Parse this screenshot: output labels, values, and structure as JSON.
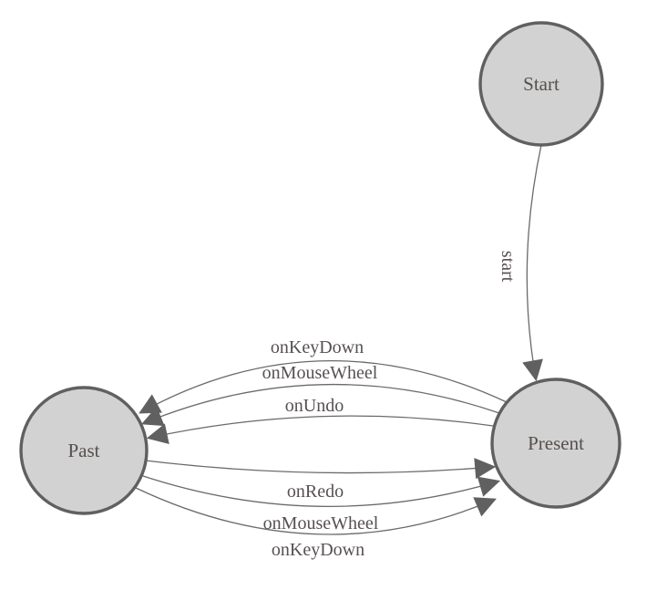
{
  "diagram": {
    "type": "state-machine",
    "background": "#ffffff",
    "colors": {
      "node_fill": "#d2d2d2",
      "node_stroke": "#606060",
      "edge_stroke": "#6a6a6a",
      "arrowhead_fill": "#606060",
      "label_text": "#565150"
    },
    "nodes": [
      {
        "id": "start",
        "label": "Start"
      },
      {
        "id": "present",
        "label": "Present"
      },
      {
        "id": "past",
        "label": "Past"
      }
    ],
    "edges": [
      {
        "id": "start-to-present",
        "from": "Start",
        "to": "Present",
        "label": "start"
      },
      {
        "id": "present-to-past-onkeydown",
        "from": "Present",
        "to": "Past",
        "label": "onKeyDown"
      },
      {
        "id": "present-to-past-onmousewheel",
        "from": "Present",
        "to": "Past",
        "label": "onMouseWheel"
      },
      {
        "id": "present-to-past-onundo",
        "from": "Present",
        "to": "Past",
        "label": "onUndo"
      },
      {
        "id": "past-to-present-onredo",
        "from": "Past",
        "to": "Present",
        "label": "onRedo"
      },
      {
        "id": "past-to-present-onmousewheel",
        "from": "Past",
        "to": "Present",
        "label": "onMouseWheel"
      },
      {
        "id": "past-to-present-onkeydown",
        "from": "Past",
        "to": "Present",
        "label": "onKeyDown"
      }
    ]
  }
}
